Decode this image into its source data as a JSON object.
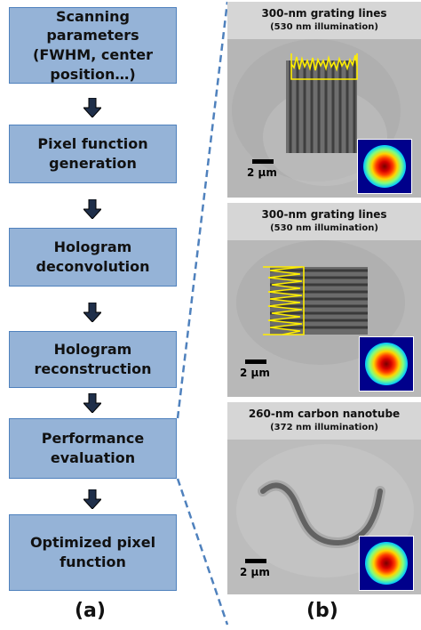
{
  "flowchart": {
    "steps": [
      {
        "label": "Scanning parameters\n(FWHM, center\nposition…)"
      },
      {
        "label": "Pixel function\ngeneration"
      },
      {
        "label": "Hologram\ndeconvolution"
      },
      {
        "label": "Hologram\nreconstruction"
      },
      {
        "label": "Performance\nevaluation"
      },
      {
        "label": "Optimized pixel\nfunction"
      }
    ],
    "box_color": "#95b3d7",
    "border_color": "#4f81bd",
    "dashed_line_color": "#4f81bd",
    "arrow_icon": "down-arrow-icon"
  },
  "panels": [
    {
      "title": "300-nm grating lines",
      "subtitle": "(530 nm illumination)",
      "scale_label": "2 µm"
    },
    {
      "title": "300-nm grating lines",
      "subtitle": "(530 nm illumination)",
      "scale_label": "2 µm"
    },
    {
      "title": "260-nm carbon nanotube",
      "subtitle": "(372 nm illumination)",
      "scale_label": "2 µm"
    }
  ],
  "labels": {
    "a": "(a)",
    "b": "(b)"
  }
}
